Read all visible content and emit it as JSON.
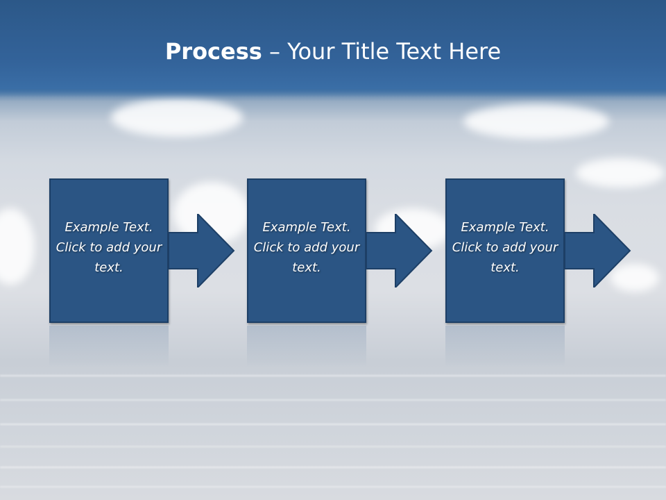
{
  "slide": {
    "title_strong": "Process",
    "title_rest": " – Your Title Text Here"
  },
  "diagram": {
    "type": "process",
    "steps": [
      {
        "text": "Example Text. Click  to add your text."
      },
      {
        "text": "Example Text. Click  to add your text."
      },
      {
        "text": "Example Text. Click  to add your text."
      }
    ]
  },
  "colors": {
    "title_band": "#2f5c8f",
    "step_fill": "#2b5584",
    "step_border": "#1d3f66",
    "text": "#ffffff"
  }
}
